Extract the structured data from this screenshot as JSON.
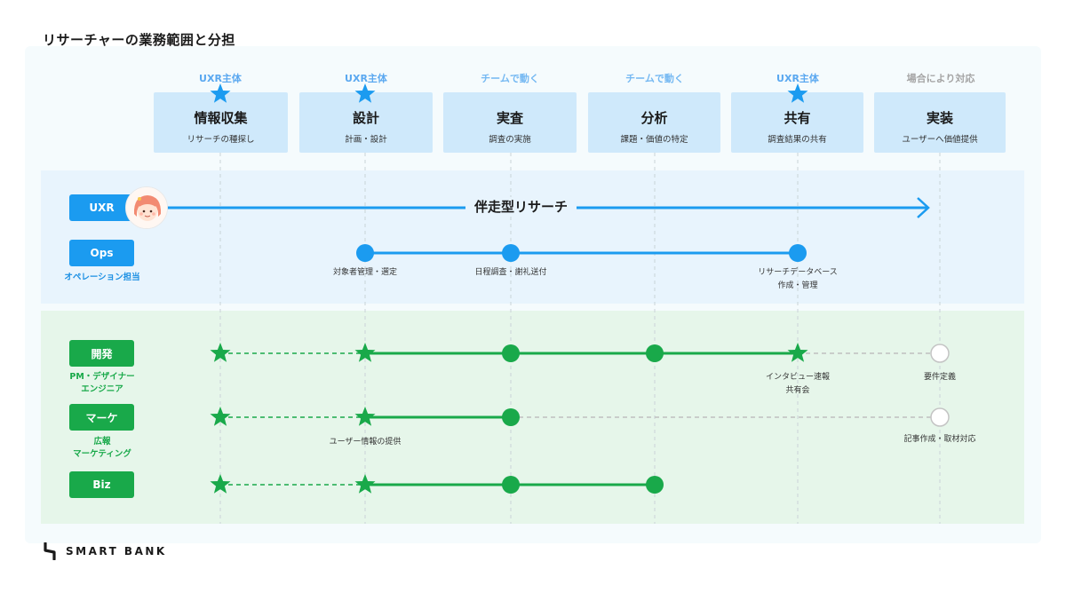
{
  "title": "リサーチャーの業務範囲と分担",
  "phases": [
    {
      "tag": "UXR主体",
      "title": "情報収集",
      "sub": "リサーチの種探し"
    },
    {
      "tag": "UXR主体",
      "title": "設計",
      "sub": "計画・設計"
    },
    {
      "tag": "チームで動く",
      "title": "実査",
      "sub": "調査の実施"
    },
    {
      "tag": "チームで動く",
      "title": "分析",
      "sub": "課題・価値の特定"
    },
    {
      "tag": "UXR主体",
      "title": "共有",
      "sub": "調査結果の共有"
    },
    {
      "tag": "場合により対応",
      "title": "実装",
      "sub": "ユーザーへ価値提供"
    }
  ],
  "roles": {
    "uxr": {
      "label": "UXR",
      "line_label": "伴走型リサーチ"
    },
    "ops": {
      "label": "Ops",
      "sub": "オペレーション担当"
    },
    "dev": {
      "label": "開発",
      "sub_line1": "PM・デザイナー",
      "sub_line2": "エンジニア"
    },
    "mkt": {
      "label": "マーケ",
      "sub_line1": "広報",
      "sub_line2": "マーケティング"
    },
    "biz": {
      "label": "Biz"
    }
  },
  "node_labels": {
    "ops_recruit": "対象者管理・選定",
    "ops_schedule": "日程調査・謝礼送付",
    "ops_db_line1": "リサーチデータベース",
    "ops_db_line2": "作成・管理",
    "dev_share_line1": "インタビュー速報",
    "dev_share_line2": "共有会",
    "dev_impl": "要件定義",
    "mkt_info": "ユーザー情報の提供",
    "mkt_article": "記事作成・取材対応"
  },
  "brand": "SMART BANK",
  "icons": [
    "star-icon",
    "avatar-illustration",
    "arrow-right-icon",
    "smart-bank-logo"
  ],
  "colors": {
    "accent_blue": "#1b9bf0",
    "accent_green": "#19a94a",
    "card_blue": "#cfe9fb",
    "band_blue": "#e8f4fd",
    "band_green": "#e6f6ea"
  }
}
